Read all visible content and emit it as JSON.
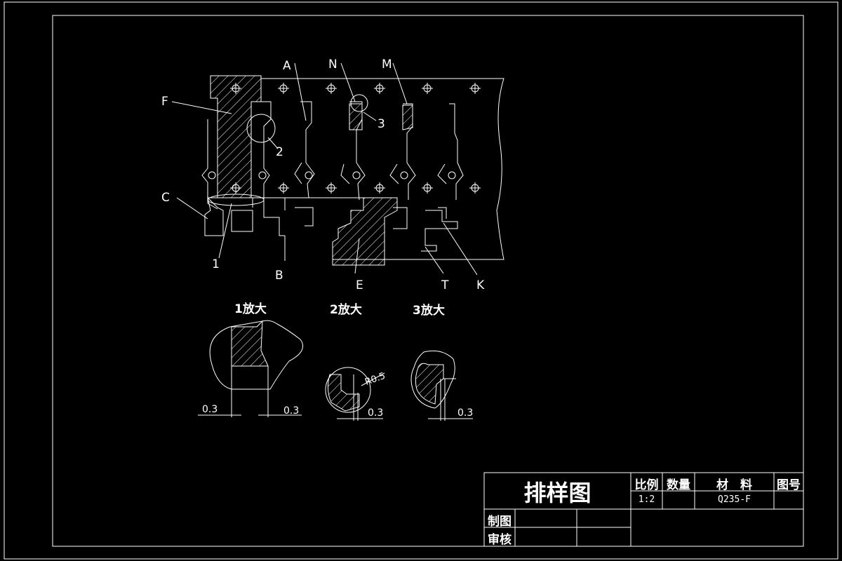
{
  "callouts": {
    "A": "A",
    "N": "N",
    "M": "M",
    "F": "F",
    "C": "C",
    "one": "1",
    "two": "2",
    "three": "3",
    "B": "B",
    "E": "E",
    "T": "T",
    "K": "K"
  },
  "details": {
    "d1_title": "1放大",
    "d2_title": "2放大",
    "d3_title": "3放大",
    "dim_03": "0.3",
    "radius": "R0.5"
  },
  "title_block": {
    "drawing_title": "排样图",
    "scale_label": "比例",
    "quantity_label": "数量",
    "material_label": "材　料",
    "drawing_no_label": "图号",
    "scale_value": "1:2",
    "material_value": "Q235-F",
    "drawn_by_label": "制图",
    "reviewed_by_label": "审核"
  },
  "colors": {
    "background": "#000000",
    "lines": "#ffffff"
  }
}
